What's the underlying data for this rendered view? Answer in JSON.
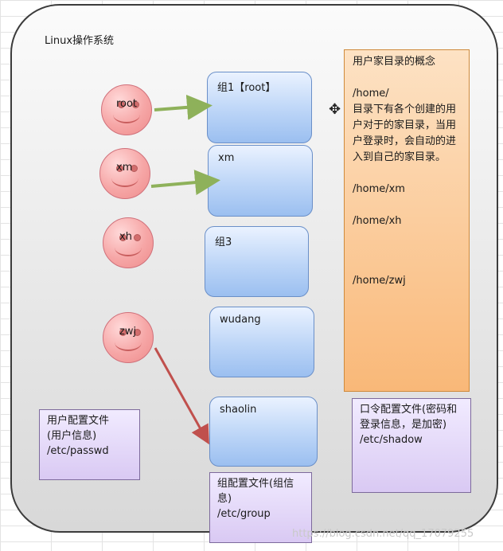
{
  "os_title": "Linux操作系统",
  "users": [
    "root",
    "xm",
    "xh",
    "zwj"
  ],
  "home_dirs": [
    "组1【root】",
    "xm",
    "组3",
    "wudang",
    "shaolin"
  ],
  "home_concept": {
    "title": "用户家目录的概念",
    "path": "/home/",
    "desc": "目录下有各个创建的用户对于的家目录，当用户登录时，会自动的进入到自己的家目录。",
    "examples": [
      "/home/xm",
      "/home/xh",
      "/home/zwj"
    ]
  },
  "passwd_note": {
    "line1": "用户配置文件",
    "line2": "(用户信息)",
    "path": "/etc/passwd"
  },
  "shadow_note": {
    "text": "口令配置文件(密码和登录信息，是加密)",
    "path": "/etc/shadow"
  },
  "group_note": {
    "text": "组配置文件(组信息)",
    "path": "/etc/group"
  },
  "arrow_colors": {
    "green": "#8eb15a",
    "red": "#c0504d"
  },
  "watermark": "https://blog.csdn.net/qq_17079255"
}
